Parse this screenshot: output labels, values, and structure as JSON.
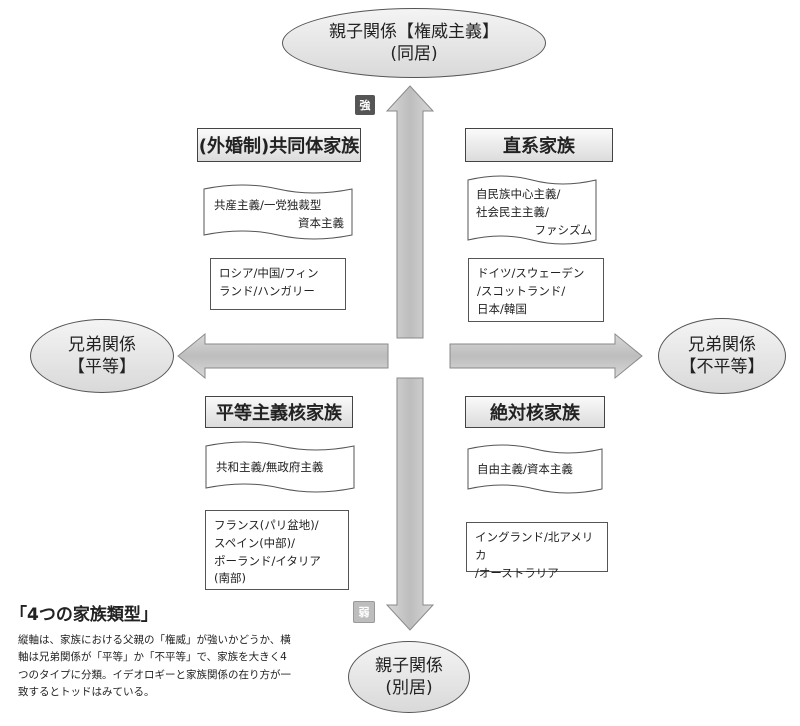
{
  "axes": {
    "top": {
      "line1": "親子関係【権威主義】",
      "line2": "(同居)"
    },
    "bottom": {
      "line1": "親子関係",
      "line2": "(別居)"
    },
    "left": {
      "line1": "兄弟関係",
      "line2": "【平等】"
    },
    "right": {
      "line1": "兄弟関係",
      "line2": "【不平等】"
    },
    "strong_badge": "強",
    "weak_badge": "弱"
  },
  "quadrants": {
    "top_left": {
      "title": "(外婚制)共同体家族",
      "ideology": [
        "共産主義/一党独裁型",
        "資本主義"
      ],
      "countries": [
        "ロシア/中国/フィン",
        "ランド/ハンガリー"
      ]
    },
    "top_right": {
      "title": "直系家族",
      "ideology": [
        "自民族中心主義/",
        "社会民主主義/",
        "ファシズム"
      ],
      "countries": [
        "ドイツ/スウェーデン",
        "/スコットランド/",
        "日本/韓国"
      ]
    },
    "bottom_left": {
      "title": "平等主義核家族",
      "ideology": [
        "共和主義/無政府主義"
      ],
      "countries": [
        "フランス(パリ盆地)/",
        "スペイン(中部)/",
        "ポーランド/イタリア",
        "(南部)"
      ]
    },
    "bottom_right": {
      "title": "絶対核家族",
      "ideology": [
        "自由主義/資本主義"
      ],
      "countries": [
        "イングランド/北アメリカ",
        "/オーストラリア"
      ]
    }
  },
  "caption": {
    "title": "「4つの家族類型」",
    "lines": [
      "縦軸は、家族における父親の「権威」が強いかどうか、横",
      "軸は兄弟関係が「平等」か「不平等」で、家族を大きく4",
      "つのタイプに分類。イデオロギーと家族関係の在り方が一",
      "致するとトッドはみている。"
    ]
  },
  "colors": {
    "arrow_fill": "#c4c4c4",
    "arrow_stroke": "#8a8a8a",
    "strong_badge_bg": "#555555",
    "weak_badge_bg": "#bdbdbd"
  }
}
